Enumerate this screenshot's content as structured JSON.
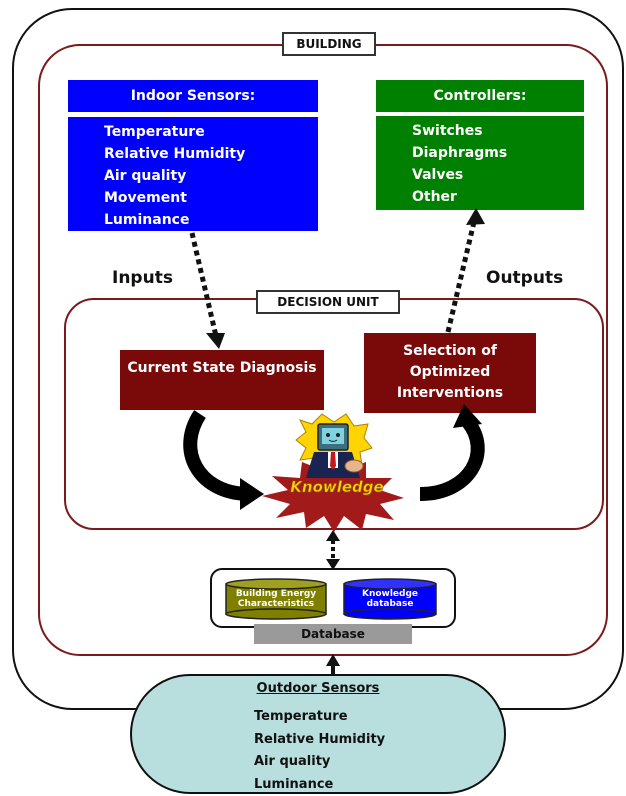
{
  "labels": {
    "building": "BUILDING",
    "decision_unit": "DECISION UNIT",
    "inputs": "Inputs",
    "outputs": "Outputs"
  },
  "indoor_sensors": {
    "title": "Indoor Sensors:",
    "items": [
      "Temperature",
      "Relative Humidity",
      "Air quality",
      "Movement",
      "Luminance"
    ]
  },
  "controllers": {
    "title": "Controllers:",
    "items": [
      "Switches",
      "Diaphragms",
      "Valves",
      "Other"
    ]
  },
  "decision": {
    "current_state": "Current State Diagnosis",
    "selection": "Selection of Optimized Interventions",
    "knowledge": "Knowledge"
  },
  "database": {
    "label": "Database",
    "building_energy": "Building Energy Characteristics",
    "knowledge_db": "Knowledge database"
  },
  "outdoor_sensors": {
    "title": "Outdoor Sensors",
    "items": [
      "Temperature",
      "Relative Humidity",
      "Air quality",
      "Luminance"
    ]
  },
  "colors": {
    "sensor_blue": "#0000ff",
    "controller_green": "#008000",
    "decision_red": "#7a0a0a",
    "outdoor_cyan": "#b8dede",
    "database_olive": "#808000",
    "knowledge_yellow": "#ffd400"
  },
  "icons": [
    "computer-person-icon",
    "starburst-icon",
    "curved-arrow-icon",
    "dotted-arrow-icon",
    "database-cylinder-icon"
  ]
}
